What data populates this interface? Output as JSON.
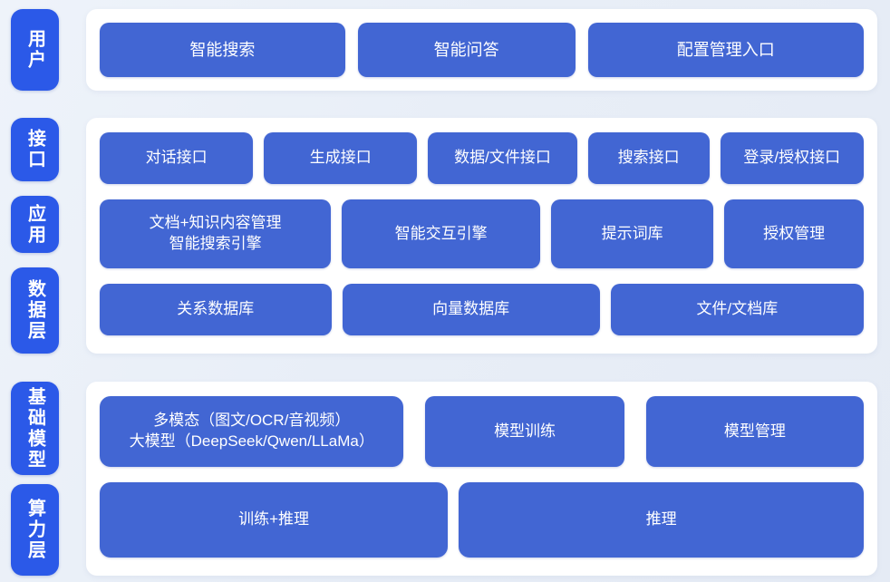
{
  "colors": {
    "background": "#e8eef7",
    "card": "#ffffff",
    "layer_label_blue": "#2b59e8",
    "block_blue": "#4266d3",
    "text_white": "#ffffff"
  },
  "user_layer": {
    "label": "用户",
    "items": [
      "智能搜索",
      "智能问答",
      "配置管理入口"
    ]
  },
  "middle_layer": {
    "labels": [
      "接口",
      "应用",
      "数据层"
    ],
    "interface_row": [
      "对话接口",
      "生成接口",
      "数据/文件接口",
      "搜索接口",
      "登录/授权接口"
    ],
    "application_row": {
      "box1": {
        "line1": "文档+知识内容管理",
        "line2": "智能搜索引擎"
      },
      "box2": "智能交互引擎",
      "box3": "提示词库",
      "box4": "授权管理"
    },
    "data_row": [
      "关系数据库",
      "向量数据库",
      "文件/文档库"
    ]
  },
  "model_layer": {
    "labels": [
      "基础模型",
      "算力层"
    ],
    "model_row": {
      "box1": {
        "line1": "多模态（图文/OCR/音视频）",
        "line2": "大模型（DeepSeek/Qwen/LLaMa）"
      },
      "box2": "模型训练",
      "box3": "模型管理"
    },
    "compute_row": [
      "训练+推理",
      "推理"
    ]
  }
}
